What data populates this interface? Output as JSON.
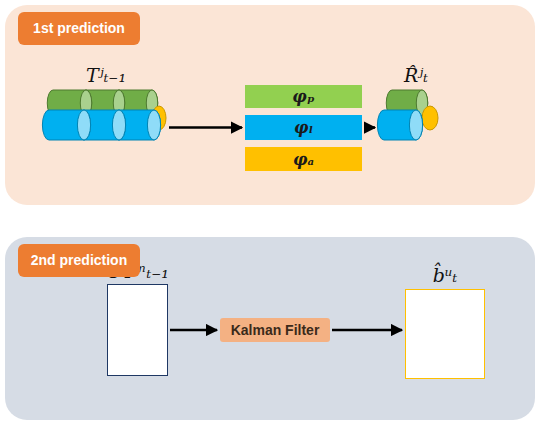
{
  "diagram": {
    "nodes": [
      {
        "text": [
          "1st prediction"
        ]
      },
      {
        "text": [
          "Tʲₜ₋₁"
        ],
        "in": 0
      },
      {
        "text": [
          "φₚ"
        ],
        "in": 0
      },
      {
        "text": [
          "φₗ"
        ],
        "in": 0
      },
      {
        "text": [
          "φₐ"
        ],
        "in": 0
      },
      {
        "text": [
          "R̂ʲₜ"
        ],
        "in": 0
      },
      {
        "text": [
          "2nd prediction"
        ]
      },
      {
        "text": [
          "UTᵐₜ₋₁"
        ],
        "in": 6
      },
      {
        "text": [
          "Kalman Filter"
        ],
        "in": 6
      },
      {
        "text": [
          "b̂ᵘₜ"
        ],
        "in": 6
      }
    ],
    "edges": [
      {
        "from": 1,
        "to": 3,
        "arrow": "to"
      },
      {
        "from": 3,
        "to": 5,
        "arrow": "to"
      },
      {
        "from": 7,
        "to": 8,
        "arrow": "to"
      },
      {
        "from": 8,
        "to": 9,
        "arrow": "to"
      }
    ]
  }
}
